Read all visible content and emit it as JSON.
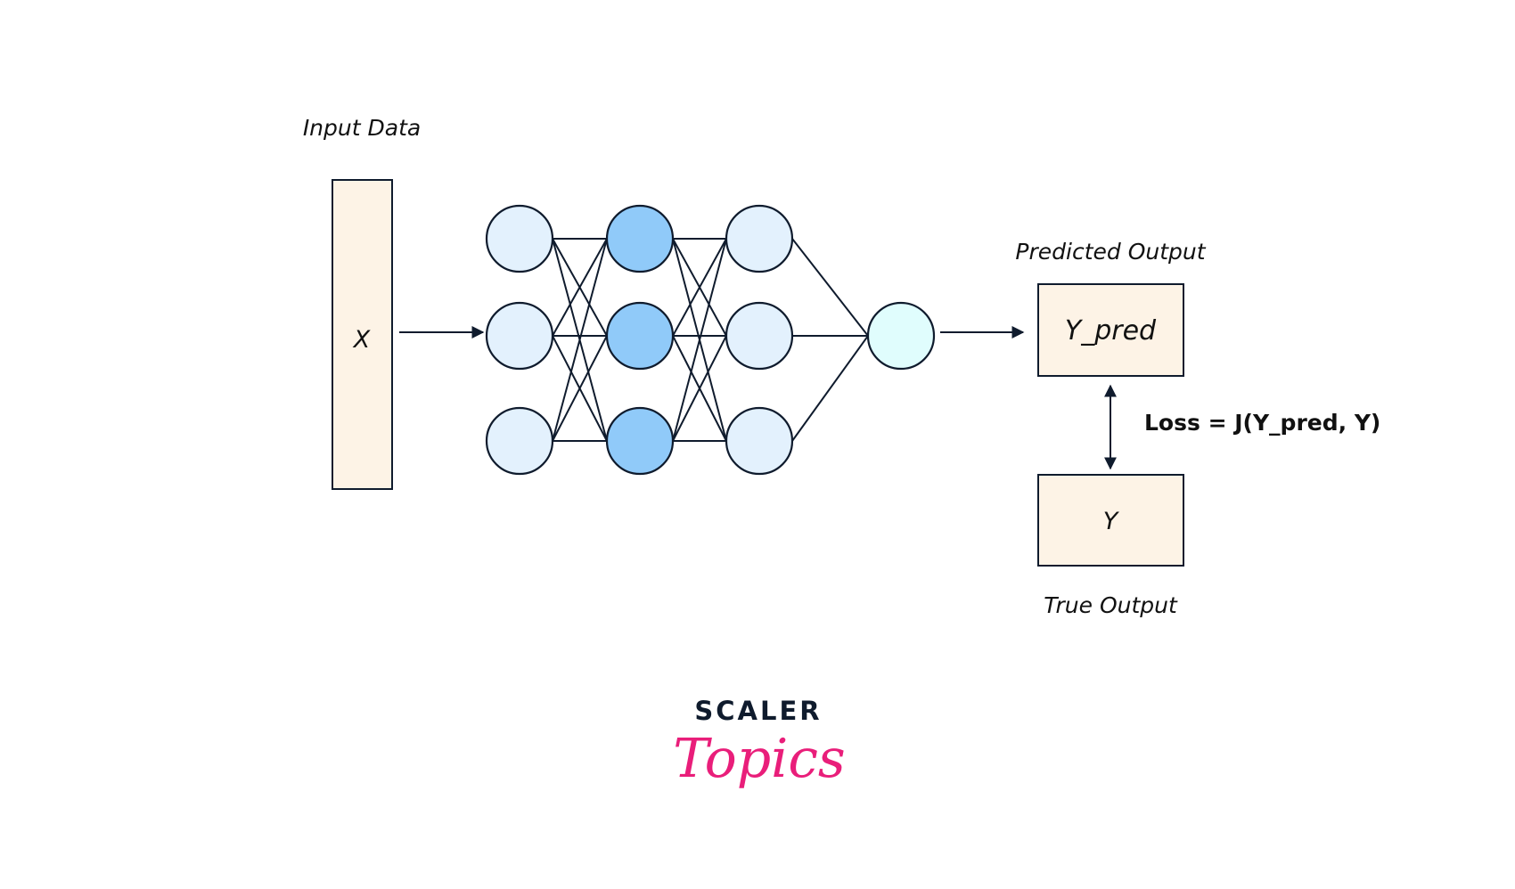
{
  "title": "Neural network forward pass and loss computation",
  "colors": {
    "stroke": "#0f1b2d",
    "box_fill": "#fdf3e6",
    "input_layer_fill": "#e3f1fd",
    "hidden_layer_fill": "#90caf9",
    "third_layer_fill": "#e3f1fd",
    "output_node_fill": "#e0fdfd",
    "logo_dark": "#0f1b2d",
    "logo_pink": "#e91e7a"
  },
  "labels": {
    "input_data": "Input Data",
    "input_symbol": "X",
    "predicted_output": "Predicted Output",
    "predicted_symbol": "Y_pred",
    "true_output": "True Output",
    "true_symbol": "Y",
    "loss": "Loss = J(Y_pred, Y)"
  },
  "network": {
    "layers": [
      {
        "name": "layer-1",
        "nodes": 3,
        "fill_key": "input_layer_fill"
      },
      {
        "name": "layer-2",
        "nodes": 3,
        "fill_key": "hidden_layer_fill"
      },
      {
        "name": "layer-3",
        "nodes": 3,
        "fill_key": "third_layer_fill"
      },
      {
        "name": "output-layer",
        "nodes": 1,
        "fill_key": "output_node_fill"
      }
    ],
    "fully_connected": true
  },
  "logo": {
    "brand": "SCALER",
    "sub": "Topics"
  }
}
